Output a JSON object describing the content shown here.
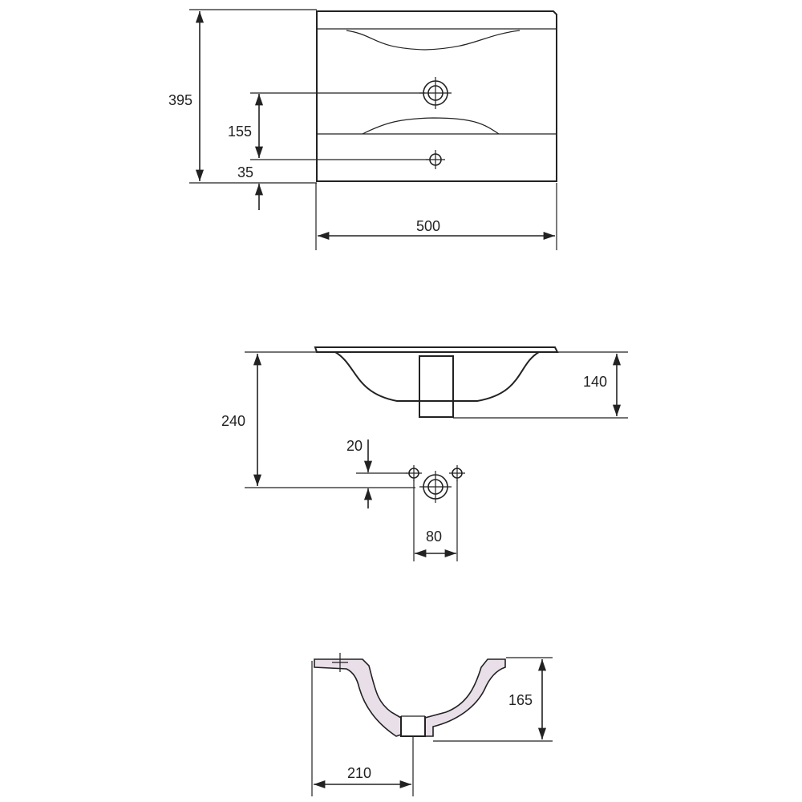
{
  "top_view": {
    "dim_height": "395",
    "dim_drain_offset": "155",
    "dim_overflow_offset": "35",
    "dim_width": "500"
  },
  "side_view": {
    "dim_total_depth": "240",
    "dim_basin_depth": "140",
    "dim_tap_offset": "20",
    "dim_tap_spacing": "80"
  },
  "section_view": {
    "dim_section_depth": "165",
    "dim_drain_position": "210"
  },
  "colors": {
    "line": "#222222",
    "section_fill": "#e9dfe9"
  }
}
